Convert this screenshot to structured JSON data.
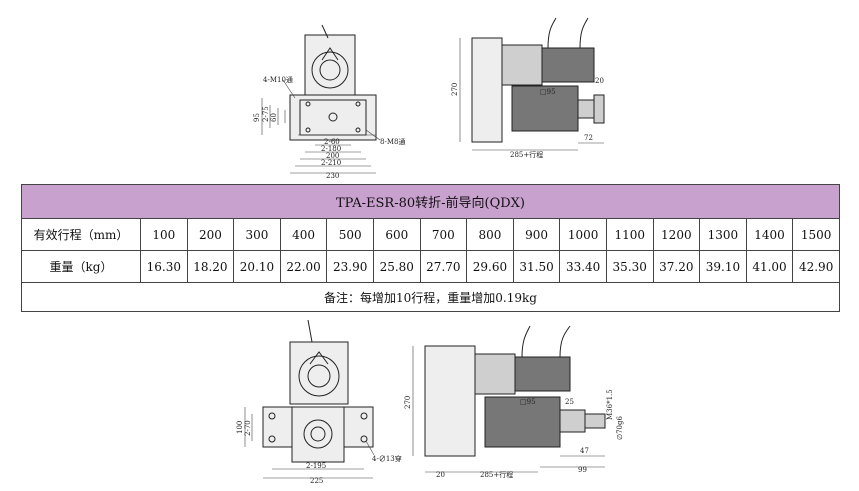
{
  "top_drawing": {
    "front_labels": [
      "4-M10通",
      "95",
      "2-75",
      "60",
      "2-60",
      "2-180",
      "200",
      "2-210",
      "230",
      "8-M8通"
    ],
    "side_labels": [
      "270",
      "□95",
      "285+行程",
      "72",
      "20"
    ]
  },
  "table": {
    "title": "TPA-ESR-80转折-前导向(QDX)",
    "stroke_label": "有效行程（mm）",
    "strokes": [
      "100",
      "200",
      "300",
      "400",
      "500",
      "600",
      "700",
      "800",
      "900",
      "1000",
      "1100",
      "1200",
      "1300",
      "1400",
      "1500"
    ],
    "weight_label": "重量（kg）",
    "weights": [
      "16.30",
      "18.20",
      "20.10",
      "22.00",
      "23.90",
      "25.80",
      "27.70",
      "29.60",
      "31.50",
      "33.40",
      "35.30",
      "37.20",
      "39.10",
      "41.00",
      "42.90"
    ],
    "note": "备注：每增加10行程，重量增加0.19kg"
  },
  "bottom_drawing": {
    "front_labels": [
      "100",
      "2-70",
      "2-195",
      "225",
      "4-∅13穿"
    ],
    "side_labels": [
      "270",
      "□95",
      "25",
      "M36*1.5",
      "∅70g6",
      "47",
      "99",
      "20",
      "285+行程"
    ]
  }
}
